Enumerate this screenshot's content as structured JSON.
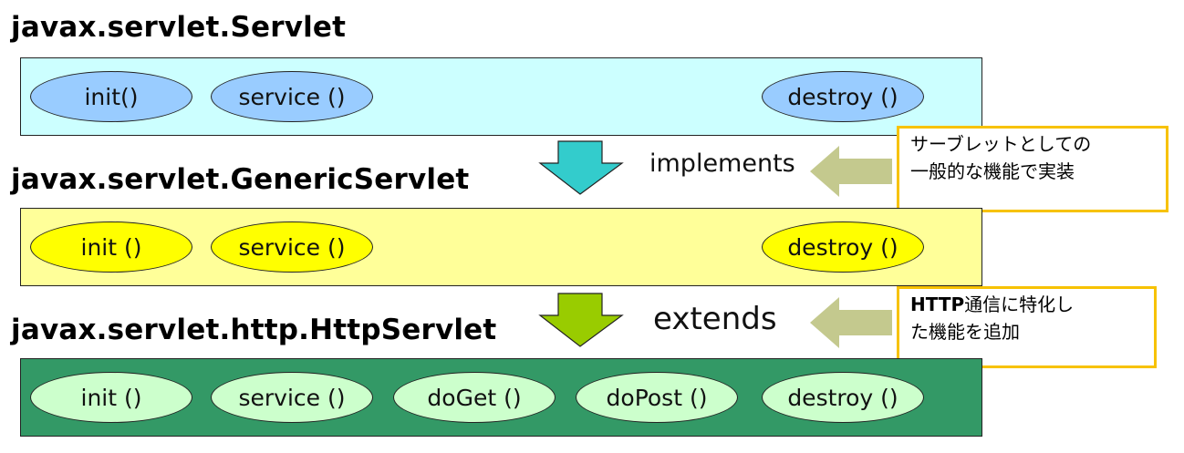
{
  "layers": [
    {
      "title": "javax.servlet.Servlet",
      "methods": [
        "init()",
        "service ()",
        "destroy ()"
      ]
    },
    {
      "title": "javax.servlet.GenericServlet",
      "methods": [
        "init ()",
        "service ()",
        "destroy ()"
      ]
    },
    {
      "title": "javax.servlet.http.HttpServlet",
      "methods": [
        "init ()",
        "service ()",
        "doGet ()",
        "doPost ()",
        "destroy ()"
      ]
    }
  ],
  "relations": [
    {
      "label": "implements",
      "note_line1": "サーブレットとしての",
      "note_line2": "一般的な機能で実装"
    },
    {
      "label": "extends",
      "note_line1_bold": "HTTP",
      "note_line1_rest": "通信に特化し",
      "note_line2": "た機能を追加"
    }
  ],
  "colors": {
    "servlet_band": "#ccffff",
    "servlet_oval": "#99ccff",
    "generic_band": "#ffff99",
    "generic_oval": "#ffff00",
    "http_band": "#339966",
    "http_oval": "#ccffcc",
    "implements_arrow": "#33cccc",
    "extends_arrow": "#99cc00",
    "note_arrow": "#c4c98e",
    "note_border": "#f7c200"
  }
}
